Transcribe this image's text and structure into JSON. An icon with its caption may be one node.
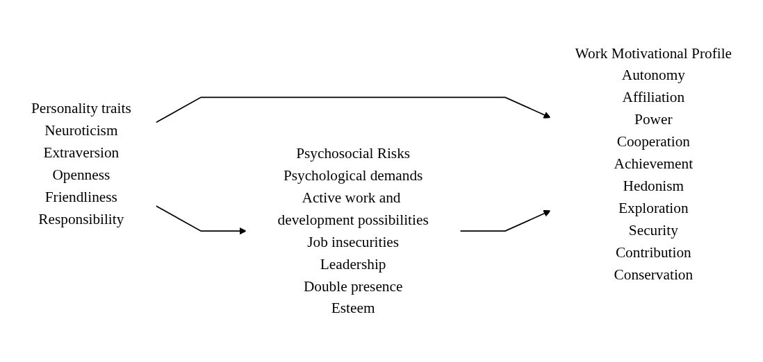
{
  "diagram": {
    "nodes": [
      {
        "text": [
          "Personality traits",
          "Neuroticism",
          "Extraversion",
          "Openness",
          "Friendliness",
          "Responsibility"
        ]
      },
      {
        "text": [
          "Work Motivational Profile",
          "Autonomy",
          "Affiliation",
          "Power",
          "Cooperation",
          "Achievement",
          "Hedonism",
          "Exploration",
          "Security",
          "Contribution",
          "Conservation"
        ]
      },
      {
        "text": [
          "Psychosocial Risks",
          "Psychological demands",
          "Active work and development possibilities",
          "Job insecurities",
          "Leadership",
          "Double presence",
          "Esteem"
        ]
      }
    ],
    "edges": [
      {
        "from": 0,
        "to": 1,
        "arrow": "to"
      },
      {
        "from": 0,
        "to": 2,
        "arrow": "to"
      },
      {
        "from": 2,
        "to": 1,
        "arrow": "to"
      }
    ]
  }
}
